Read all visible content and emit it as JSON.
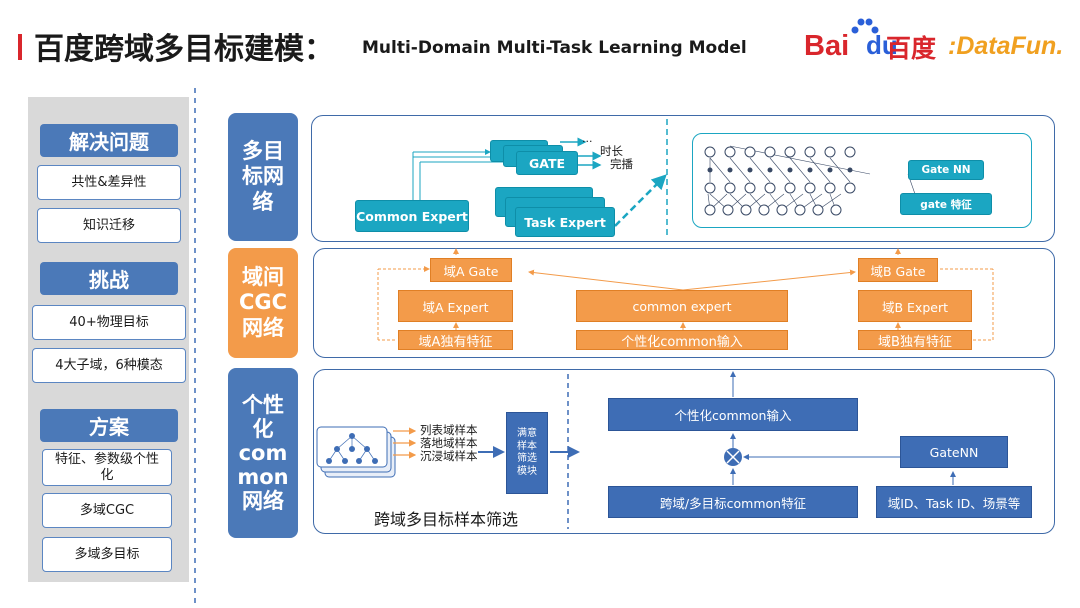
{
  "header": {
    "title_cn": "百度跨域多目标建模：",
    "title_en": "Multi-Domain Multi-Task Learning Model",
    "logo_bai": "Bai",
    "logo_du": "du",
    "logo_baidu_cn": "百度",
    "logo_datafun": ":DataFun."
  },
  "left_panel": {
    "groups": [
      {
        "head": "解决问题",
        "items": [
          "共性&差异性",
          "知识迁移"
        ]
      },
      {
        "head": "挑战",
        "items": [
          "40+物理目标",
          "4大子域，6种模态"
        ]
      },
      {
        "head": "方案",
        "items": [
          "特征、参数级个性化",
          "多域CGC",
          "多域多目标"
        ]
      }
    ]
  },
  "sections": {
    "mtl": {
      "tag": "多目\n标网\n络",
      "common_expert": "Common Expert",
      "gate": "GATE",
      "gate_back": "GATE",
      "task_expert": "Task Expert",
      "dots": "...",
      "out_1": "时长",
      "out_2": "完播",
      "gate_nn": "Gate NN",
      "gate_feature": "gate 特征"
    },
    "cgc": {
      "tag": "域间\nCGC\n网络",
      "a_gate": "域A Gate",
      "b_gate": "域B Gate",
      "a_expert": "域A Expert",
      "common_expert": "common expert",
      "b_expert": "域B Expert",
      "a_feature": "域A独有特征",
      "common_input": "个性化common输入",
      "b_feature": "域B独有特征"
    },
    "pcn": {
      "tag": "个性\n化\ncom\nmon\n网络",
      "sample_1": "列表域样本",
      "sample_2": "落地域样本",
      "sample_3": "沉浸域样本",
      "filter": "满意\n样本\n筛选\n模块",
      "caption": "跨域多目标样本筛选",
      "common_input": "个性化common输入",
      "gatenn": "GateNN",
      "cross_feature": "跨域/多目标common特征",
      "domain_ids": "域ID、Task ID、场景等"
    }
  },
  "colors": {
    "blue": "#3e6db5",
    "orange": "#f39b4a",
    "teal": "#1ba6c2",
    "red": "#d9262c"
  }
}
